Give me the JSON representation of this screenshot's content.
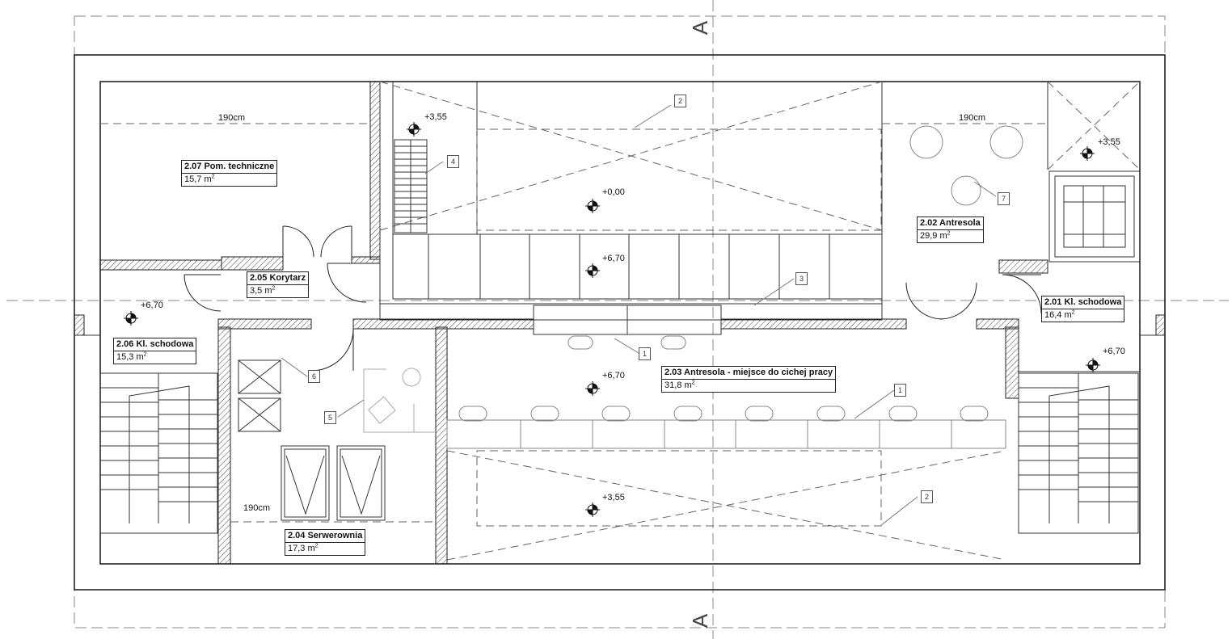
{
  "section_marker": "A",
  "rooms": [
    {
      "id": "2.07",
      "name": "2.07 Pom. techniczne",
      "area_value": "15,7",
      "area_unit": "m",
      "area_exp": "2"
    },
    {
      "id": "2.05",
      "name": "2.05 Korytarz",
      "area_value": "3,5",
      "area_unit": "m",
      "area_exp": "2"
    },
    {
      "id": "2.06",
      "name": "2.06 Kl. schodowa",
      "area_value": "15,3",
      "area_unit": "m",
      "area_exp": "2"
    },
    {
      "id": "2.04",
      "name": "2.04 Serwerownia",
      "area_value": "17,3",
      "area_unit": "m",
      "area_exp": "2"
    },
    {
      "id": "2.03",
      "name": "2.03 Antresola - miejsce do cichej pracy",
      "area_value": "31,8",
      "area_unit": "m",
      "area_exp": "2"
    },
    {
      "id": "2.02",
      "name": "2.02 Antresola",
      "area_value": "29,9",
      "area_unit": "m",
      "area_exp": "2"
    },
    {
      "id": "2.01",
      "name": "2.01 Kl. schodowa",
      "area_value": "16,4",
      "area_unit": "m",
      "area_exp": "2"
    }
  ],
  "levels": [
    "+3,55",
    "+0,00",
    "+6,70",
    "+6,70",
    "+6,70",
    "+3,55",
    "+6,70",
    "+3,55"
  ],
  "dimensions": [
    "190cm",
    "190cm",
    "190cm"
  ],
  "callouts": [
    "1",
    "1",
    "2",
    "2",
    "3",
    "4",
    "5",
    "6",
    "7"
  ],
  "colors": {
    "line": "#222222",
    "hatch": "#444444",
    "dashed": "#777777",
    "furniture": "#999999"
  }
}
